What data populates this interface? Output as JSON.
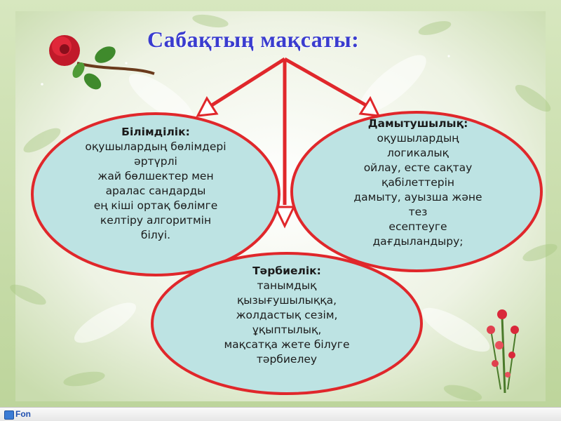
{
  "title": "Сабақтың мақсаты:",
  "boxes": {
    "left": {
      "heading": "Білімділік:",
      "lines": [
        "оқушылардың бөлімдері",
        "әртүрлі",
        "жай бөлшектер мен",
        "аралас сандарды",
        "ең кіші ортақ бөлімге",
        "келтіру алгоритмін",
        "білуі."
      ]
    },
    "right": {
      "heading": "Дамытушылық:",
      "lines": [
        "оқушылардың",
        "логикалық",
        "ойлау, есте сақтау",
        "қабілеттерін",
        "дамыту, ауызша және",
        "тез",
        "есептеуге",
        "дағдыландыру;"
      ]
    },
    "bottom": {
      "heading": "Тәрбиелік:",
      "lines": [
        "танымдық",
        "қызығушылыққа,",
        "жолдастық сезім,",
        "ұқыптылық,",
        "мақсатқа жете білуге",
        "тәрбиелеу"
      ]
    }
  },
  "footer": {
    "label": "Fon"
  },
  "colors": {
    "oval_fill": "#bde3e3",
    "oval_stroke": "#e0272b",
    "arrow": "#e0272b",
    "title": "#3a3ccf"
  },
  "decorations": [
    "rose-icon",
    "flower-bouquet-icon"
  ]
}
